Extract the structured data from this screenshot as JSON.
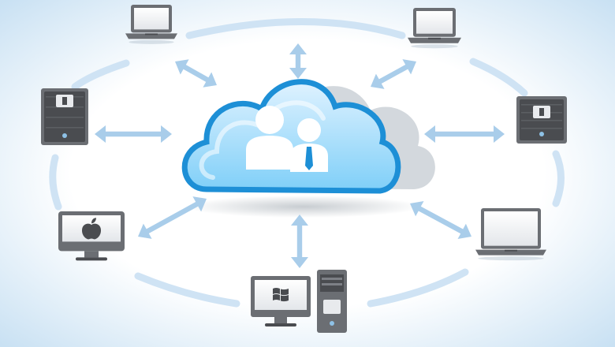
{
  "colors": {
    "background_center": "#ffffff",
    "background_edge": "#c9e1f3",
    "ring": "#cfe3f4",
    "arrow": "#a9cdea",
    "arrow_dark": "#7fb2dc",
    "cloud_light": "#dff2ff",
    "cloud_mid": "#7fcff8",
    "cloud_outline": "#1d8fd6",
    "cloud_shadow": "#d3d8dd",
    "device_gray": "#6b6e73",
    "device_dark": "#4a4c50",
    "user_white": "#ffffff",
    "tie_blue": "#1d8fd6"
  },
  "nodes": [
    {
      "name": "laptop-top-left",
      "icon": "laptop-icon"
    },
    {
      "name": "laptop-top-right",
      "icon": "laptop-icon"
    },
    {
      "name": "nas-drive-left",
      "icon": "nas-drive-icon"
    },
    {
      "name": "nas-drive-right",
      "icon": "nas-drive-icon"
    },
    {
      "name": "apple-monitor",
      "icon": "apple-logo-icon"
    },
    {
      "name": "windows-desktop",
      "icon": "windows-logo-icon"
    },
    {
      "name": "laptop-bottom-right",
      "icon": "laptop-icon"
    }
  ],
  "center": {
    "icon": "cloud-users-icon"
  }
}
